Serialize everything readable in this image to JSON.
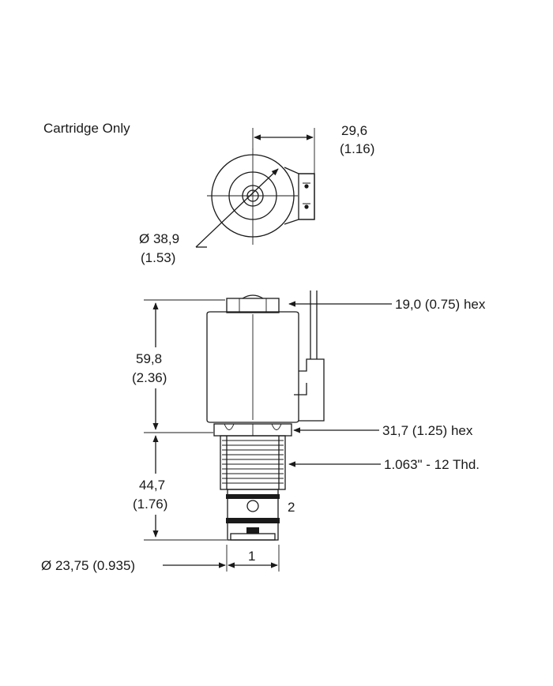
{
  "title": "Cartridge Only",
  "top_view": {
    "width_mm": "29,6",
    "width_in": "(1.16)",
    "diameter_mm": "Ø 38,9",
    "diameter_in": "(1.53)"
  },
  "side_view": {
    "height_coil_mm": "59,8",
    "height_coil_in": "(2.36)",
    "height_body_mm": "44,7",
    "height_body_in": "(1.76)",
    "nut_hex": "19,0 (0.75) hex",
    "body_hex": "31,7 (1.25) hex",
    "thread": "1.063\" - 12 Thd.",
    "bore_diameter": "Ø 23,75 (0.935)",
    "port_1": "1",
    "port_2": "2"
  }
}
